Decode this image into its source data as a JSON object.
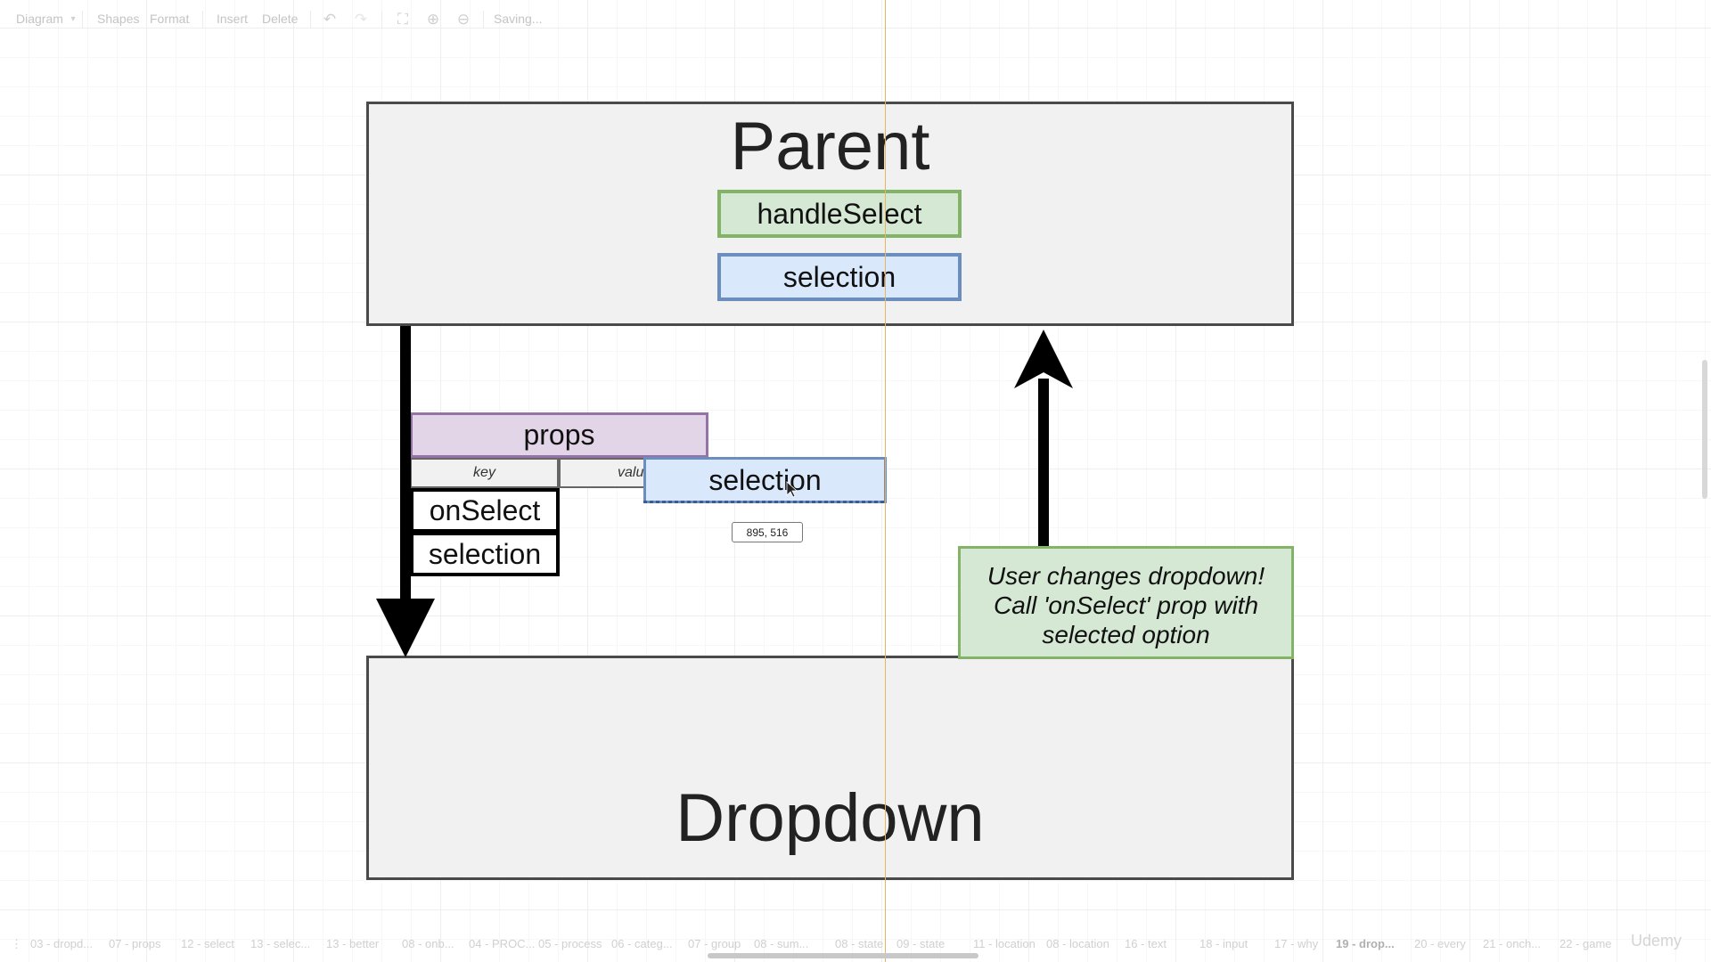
{
  "toolbar": {
    "diagram": "Diagram",
    "shapes": "Shapes",
    "format": "Format",
    "insert": "Insert",
    "delete": "Delete",
    "status": "Saving...",
    "icons": [
      "undo-icon",
      "redo-icon",
      "fit-icon",
      "zoom-in-icon",
      "zoom-out-icon"
    ]
  },
  "diagram": {
    "parent_title": "Parent",
    "handle_select": "handleSelect",
    "parent_selection": "selection",
    "props_title": "props",
    "table_key_header": "key",
    "table_value_header": "valu",
    "prop_1": "onSelect",
    "prop_2": "selection",
    "dragged_shape": "selection",
    "coord_tooltip": "895, 516",
    "note_line1": "User changes dropdown!",
    "note_line2": "Call 'onSelect' prop with",
    "note_line3": "selected option",
    "dropdown_title": "Dropdown"
  },
  "colors": {
    "green_fill": "#d5e8d4",
    "green_stroke": "#82b366",
    "blue_fill": "#dae8fc",
    "blue_stroke": "#6c8ebf",
    "purple_fill": "#e1d5e7",
    "purple_stroke": "#9673a6",
    "box_fill": "#f1f1f1",
    "guide": "#e8b365"
  },
  "tabs": [
    "03 - dropd...",
    "07 - props",
    "12 - select",
    "13 - selec...",
    "13 - better",
    "08 - onb...",
    "04 - PROC...",
    "05 - process",
    "06 - categ...",
    "07 - group",
    "08 - sum...",
    "08 - state",
    "09 - state",
    "11 - location",
    "08 - location",
    "16 - text",
    "18 - input",
    "17 - why",
    "19 - drop...",
    "20 - every",
    "21 - onch...",
    "22 - game"
  ],
  "active_tab": "19 - drop...",
  "watermark": "Udemy"
}
